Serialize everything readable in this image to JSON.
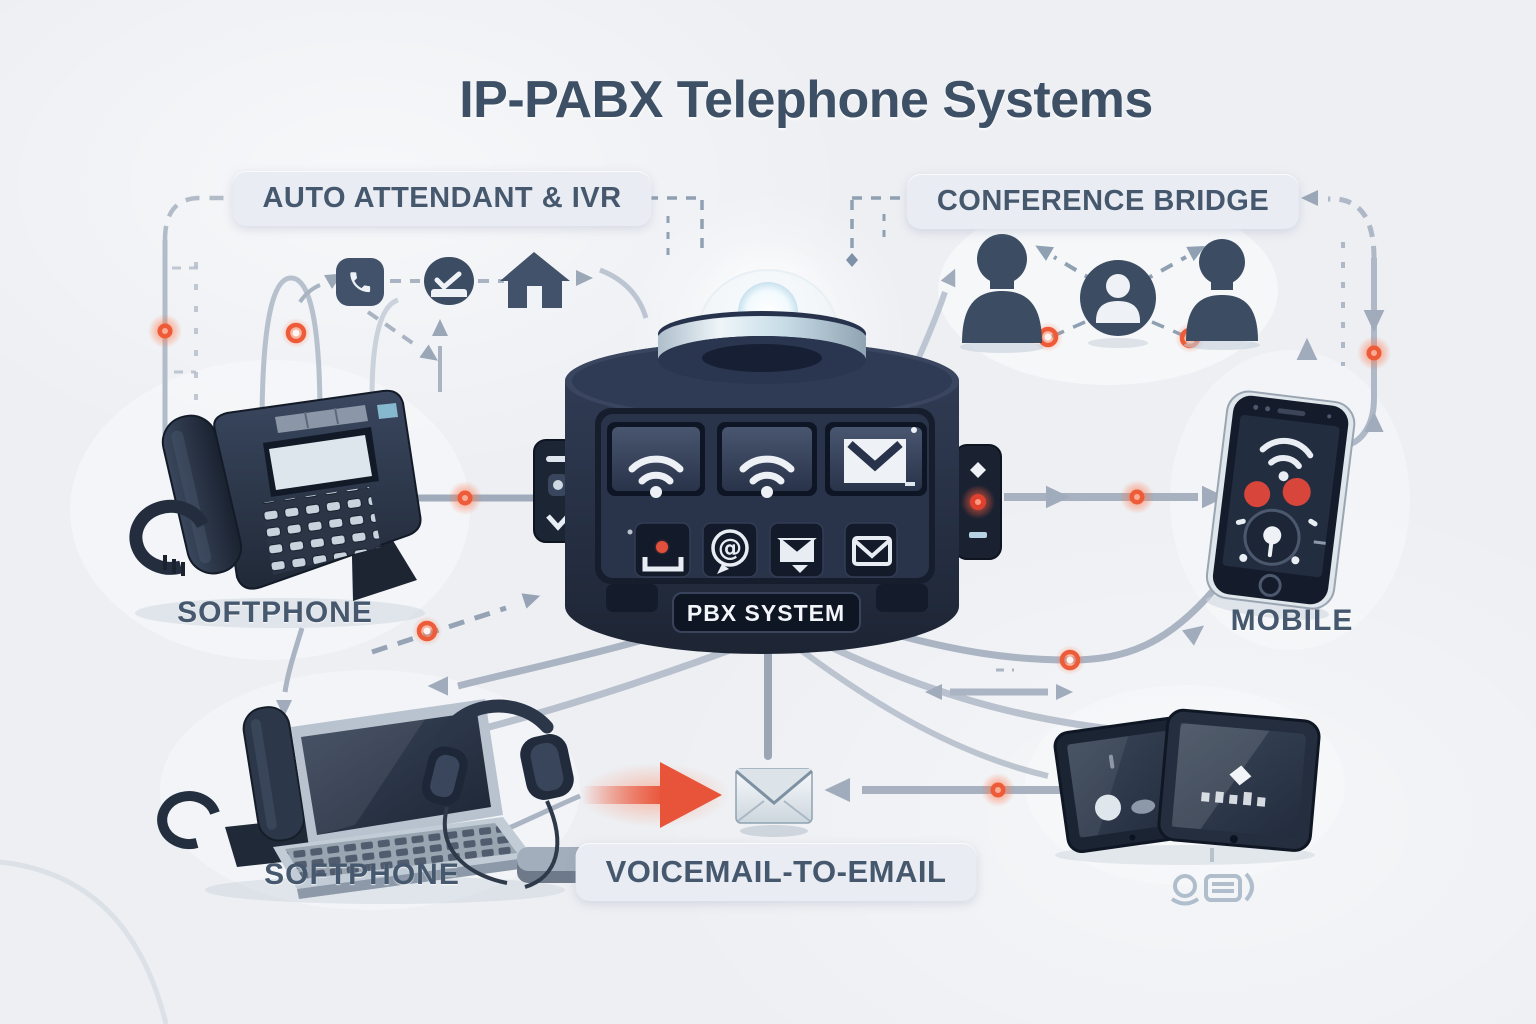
{
  "title": "IP-PABX Telephone Systems",
  "labels": {
    "auto_attendant": "AUTO ATTENDANT & IVR",
    "conference_bridge": "CONFERENCE BRIDGE",
    "desk_softphone": "SOFTPHONE",
    "laptop_softphone": "SOFTPHONE",
    "mobile": "MOBILE",
    "voicemail_to_email": "VOICEMAIL-TO-EMAIL",
    "pbx_system": "PBX SYSTEM"
  },
  "icons": {
    "phone": "📞",
    "mail_check": "✉",
    "home": "🏠",
    "user": "👤",
    "wifi": "📶",
    "mail_download": "📩",
    "voicemail_inbox": "📥",
    "at_sign": "@",
    "mail_send": "📨",
    "envelope": "✉",
    "headset": "🎧",
    "diamond": "◆",
    "chevron_down": "⌄",
    "led": "●"
  },
  "colors": {
    "background": "#edeff3",
    "title_text": "#3d5065",
    "label_text": "#46586d",
    "label_pill_bg": "#e9ecf2",
    "device_dark": "#1f2736",
    "device_mid": "#2c3750",
    "panel_face": "#232d42",
    "icon_light": "#eef2f7",
    "accent_orange": "#e8543a",
    "accent_red": "#d8453a",
    "connector_gray": "#aab4c3",
    "silhouette": "#3c4d63",
    "metal_light": "#d6e2ea"
  }
}
